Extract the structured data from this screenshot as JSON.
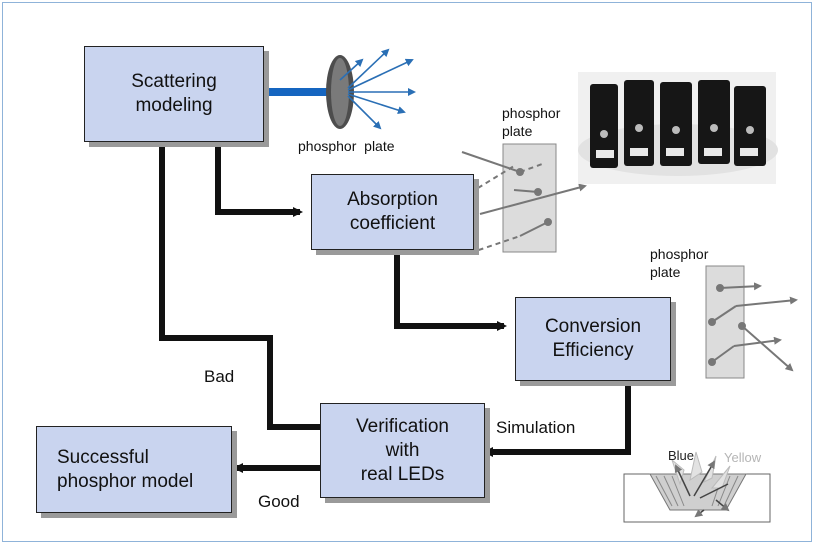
{
  "boxes": {
    "scattering": [
      "Scattering",
      "modeling"
    ],
    "absorption": [
      "Absorption",
      "coefficient"
    ],
    "conversion": [
      "Conversion",
      "Efficiency"
    ],
    "verification": [
      "Verification",
      "with",
      "real LEDs"
    ],
    "successful": [
      "Successful",
      "phosphor model"
    ]
  },
  "labels": {
    "bad": "Bad",
    "good": "Good",
    "simulation": "Simulation",
    "phosphor_plate_1": "phosphor  plate",
    "phosphor_plate_2": [
      "phosphor",
      "plate"
    ],
    "phosphor_plate_3": [
      "phosphor",
      "plate"
    ],
    "blue": "Blue",
    "yellow": "Yellow"
  },
  "colors": {
    "box_fill": "#c9d4ef",
    "beam": "#1565c0",
    "ray": "#2a6fb5",
    "flow_arrow": "#111111",
    "plate_ray": "#777777"
  }
}
